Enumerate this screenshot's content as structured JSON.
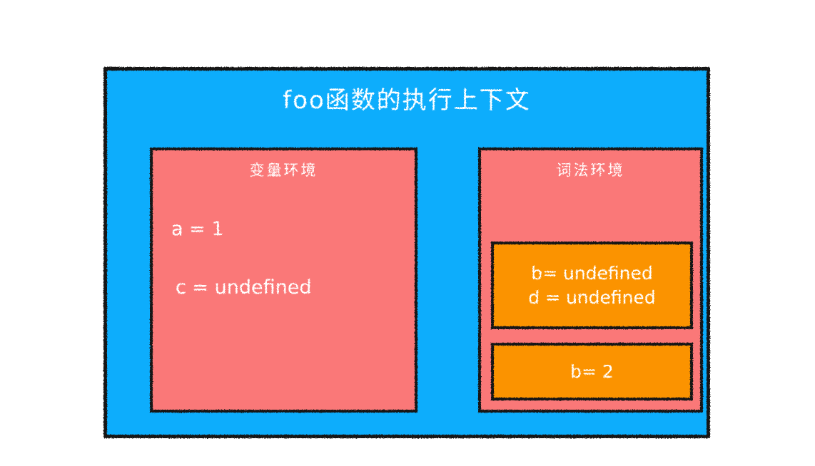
{
  "diagram": {
    "title": "foo函数的执行上下文",
    "colors": {
      "context_background": "#0FADFC",
      "environment_background": "#FA7878",
      "scope_block_background": "#FB9300",
      "border": "#141414",
      "text": "#FFFFFF"
    },
    "environments": [
      {
        "heading": "变量环境",
        "bindings": [
          {
            "text": "a = 1"
          },
          {
            "text": "c = undefined"
          }
        ],
        "scope_blocks": []
      },
      {
        "heading": "词法环境",
        "bindings": [],
        "scope_blocks": [
          {
            "lines": [
              {
                "text": "b= undefined"
              },
              {
                "text": "d = undefined"
              }
            ]
          },
          {
            "lines": [
              {
                "text": "b= 2"
              }
            ]
          }
        ]
      }
    ]
  }
}
